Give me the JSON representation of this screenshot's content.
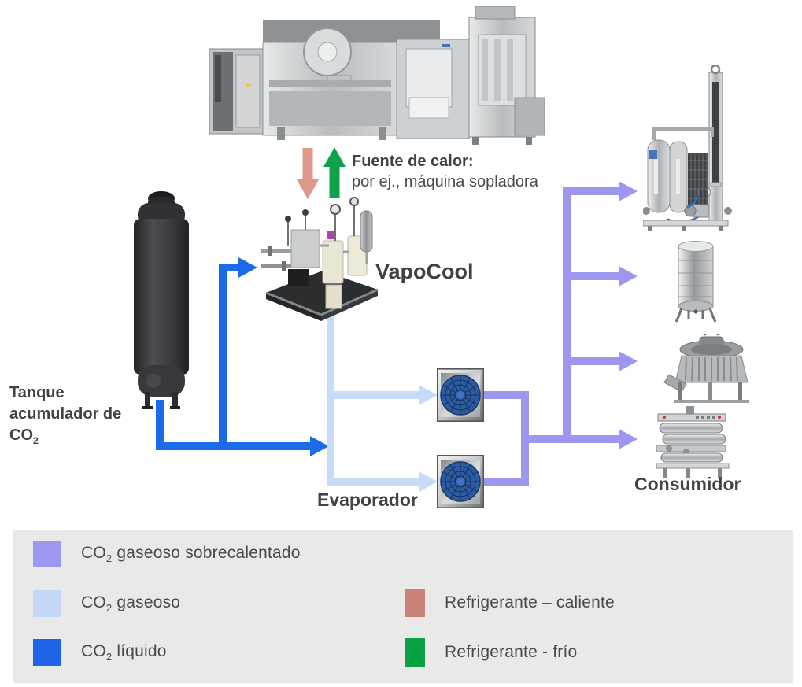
{
  "heat_source": {
    "title": "Fuente de calor:",
    "subtitle": "por ej., máquina sopladora"
  },
  "labels": {
    "tank_line1": "Tanque",
    "tank_line2": "acumulador de",
    "tank_co_prefix": "CO",
    "tank_co_sub": "2",
    "vapocool": "VapoCool",
    "evaporator": "Evaporador",
    "consumer": "Consumidor"
  },
  "colors": {
    "co2_superheated": "#9d97ef",
    "co2_gas": "#c6dcf8",
    "co2_liquid": "#1c6be8",
    "refrigerant_hot": "#dd988b",
    "refrigerant_cold": "#10a24b",
    "legend_bg": "#e9e9e9",
    "heading_text": "#3e4347",
    "body_text": "#474b4f"
  },
  "legend": {
    "left": [
      {
        "prefix": "CO",
        "sub": "2",
        "suffix": " gaseoso sobrecalentado",
        "color": "#9d97ef"
      },
      {
        "prefix": "CO",
        "sub": "2",
        "suffix": " gaseoso",
        "color": "#c3d7f6"
      },
      {
        "prefix": "CO",
        "sub": "2",
        "suffix": " líquido",
        "color": "#2065e7"
      }
    ],
    "right": [
      {
        "label": "Refrigerante – caliente",
        "color": "#ca8177"
      },
      {
        "label": "Refrigerante - frío",
        "color": "#08a144"
      }
    ]
  },
  "images": {
    "blow_molder": "blow-molder-machine",
    "co2_tank": "co2-accumulator-tank",
    "vapocool_unit": "vapocool-skid",
    "evaporator": "evaporator-fan-unit",
    "consumer_carbonator": "carbonator-unit",
    "consumer_tank": "buffer-tank",
    "consumer_filler": "rotary-filler",
    "consumer_pasteurizer": "coil-pasteurizer"
  }
}
